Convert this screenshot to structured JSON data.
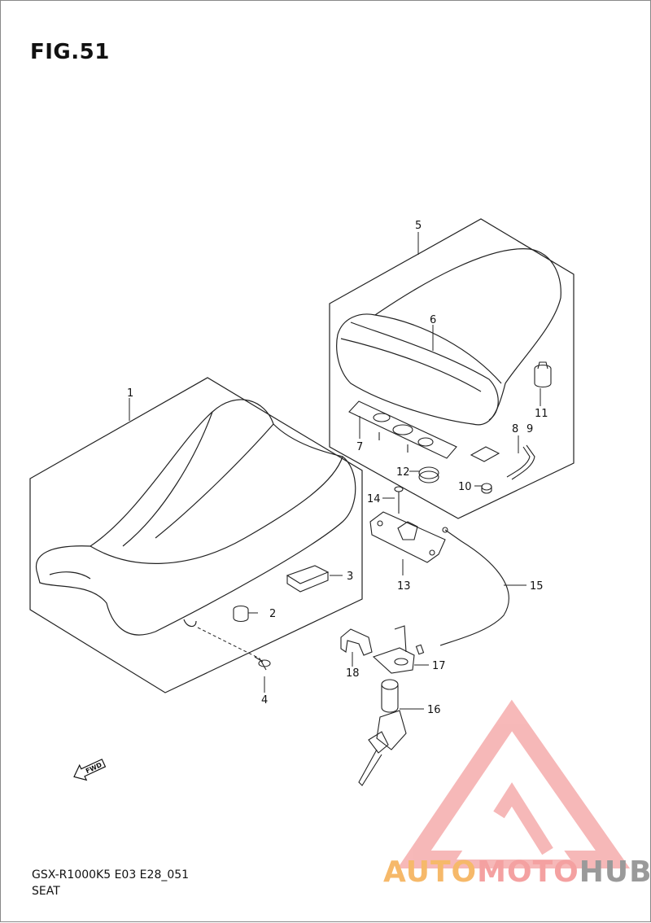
{
  "figure": {
    "title": "FIG.51"
  },
  "footer": {
    "code": "GSX-R1000K5 E03 E28_051",
    "name": "SEAT"
  },
  "fwd_label": "FWD",
  "watermark": {
    "part1": "AUTO",
    "part2": "MOTO",
    "part3": "HUB",
    "color_orange": "#f6b96a",
    "color_red": "#f4a1a1",
    "color_gray": "#9a9a9a"
  },
  "callouts": [
    "1",
    "2",
    "3",
    "4",
    "5",
    "6",
    "7",
    "8",
    "9",
    "10",
    "11",
    "12",
    "13",
    "14",
    "15",
    "16",
    "17",
    "18"
  ]
}
